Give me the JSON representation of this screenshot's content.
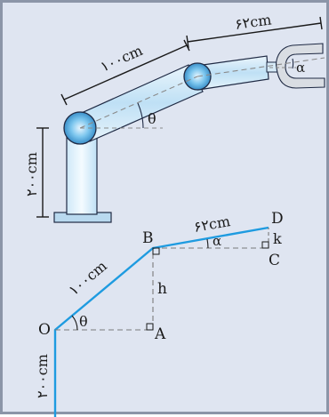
{
  "top_figure": {
    "dim_upper_arm": "۱۰۰cm",
    "dim_forearm": "۶۲cm",
    "dim_base": "۲۰۰cm",
    "angle_shoulder": "θ",
    "angle_gripper": "α"
  },
  "bottom_figure": {
    "point_o": "O",
    "point_a": "A",
    "point_b": "B",
    "point_c": "C",
    "point_d": "D",
    "len_ob": "۱۰۰cm",
    "len_bd": "۶۲cm",
    "len_vertical": "۲۰۰cm",
    "height_h": "h",
    "offset_k": "k",
    "angle_theta": "θ",
    "angle_alpha": "α"
  },
  "colors": {
    "background": "#dfe5f1",
    "border": "#8b95a8",
    "arm_fill": "#cfe6f6",
    "arm_stroke": "#1f2a44",
    "joint_fill": "#5fb6e6",
    "path_blue": "#1e9be0",
    "dashed": "#7a7a7a"
  }
}
